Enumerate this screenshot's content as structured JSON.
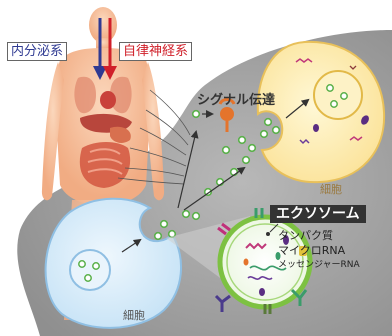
{
  "labels": {
    "endocrine": "内分泌系",
    "autonomic": "自律神経系",
    "signal": "シグナル伝達",
    "cell_right": "細胞",
    "cell_left": "細胞",
    "exosome": "エクソソーム",
    "contents": [
      "タンパク質",
      "マイクロRNA",
      "メッセンジャーRNA"
    ]
  },
  "colors": {
    "endocrine_arrow": "#2f3a92",
    "autonomic_arrow": "#d0202a",
    "body": "#f1b089",
    "organs": "#d2563f",
    "cell_left": "#d5ebf9",
    "cell_right": "#fdecae",
    "vesicle": "#7dc142",
    "receptor": "#e4742c",
    "background_panel": "#a8a8a8"
  }
}
